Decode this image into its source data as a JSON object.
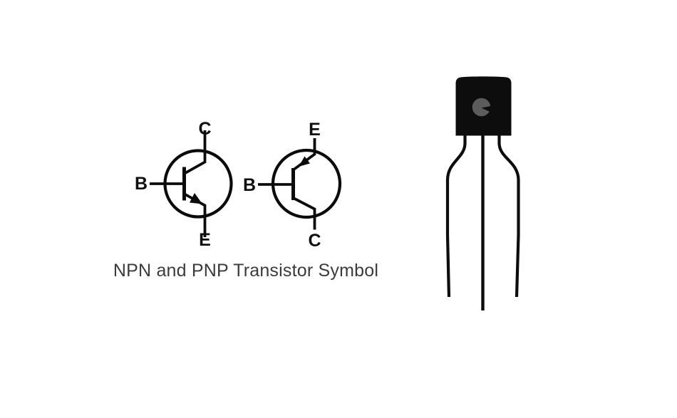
{
  "figure": {
    "caption": "NPN and PNP Transistor Symbol"
  },
  "symbols": {
    "npn": {
      "type": "NPN bipolar junction transistor schematic symbol",
      "collector_label": "C",
      "base_label": "B",
      "emitter_label": "E",
      "arrow_direction": "outward-on-emitter"
    },
    "pnp": {
      "type": "PNP bipolar junction transistor schematic symbol",
      "emitter_label": "E",
      "base_label": "B",
      "collector_label": "C",
      "arrow_direction": "inward-on-emitter"
    }
  },
  "icons": {
    "npn-transistor-symbol": "circle with base bar, collector lead up, emitter lead down with outward arrow",
    "pnp-transistor-symbol": "circle with base bar, emitter lead up with inward arrow, collector lead down",
    "to92-package-icon": "black epoxy transistor package with gray dot and three bent legs"
  },
  "colors": {
    "background": "#ffffff",
    "symbol_stroke": "#0b0b0b",
    "pin_label_text": "#0f0f0f",
    "caption_text": "#3b3b3b",
    "package_body": "#0d0d0d",
    "package_dot": "#5c5c5c"
  }
}
